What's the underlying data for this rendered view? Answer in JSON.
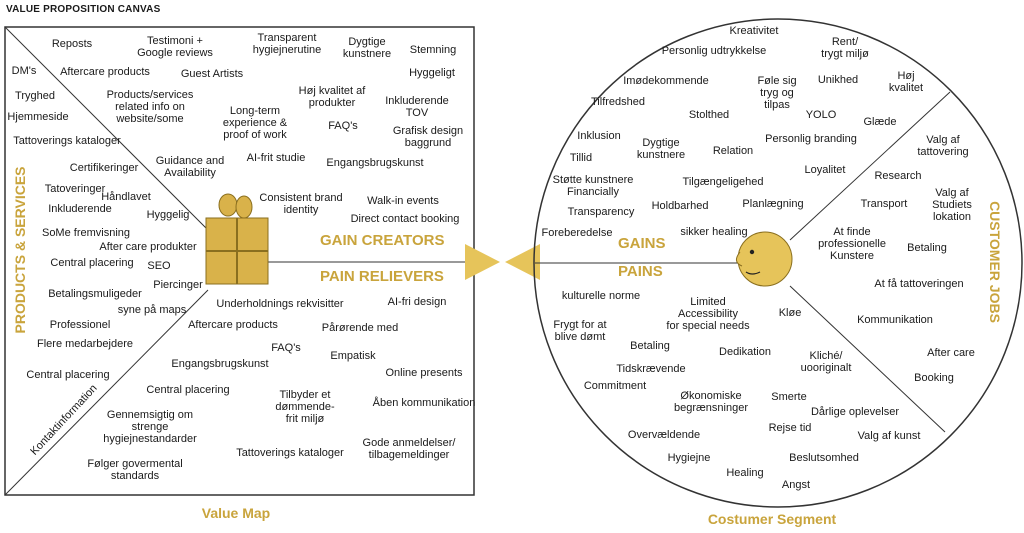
{
  "title": "VALUE PROPOSITION CANVAS",
  "value_map": {
    "label": "Value Map",
    "products_services_label": "PRODUCTS & SERVICES",
    "gain_creators_label": "GAIN CREATORS",
    "pain_relievers_label": "PAIN RELIEVERS",
    "products_services": [
      "Reposts",
      "Testimoni +\nGoogle reviews",
      "Transparent\nhygiejnerutine",
      "Dygtige\nkunstnere",
      "Stemning",
      "DM's",
      "Aftercare products",
      "Guest Artists",
      "Hyggeligt",
      "Tryghed",
      "Products/services\nrelated info on\nwebsite/some",
      "Høj kvalitet af\nprodukter",
      "Inkluderende\nTOV",
      "Hjemmeside",
      "Long-term\nexperience &\nproof of work",
      "FAQ's",
      "Grafisk design\nbaggrund",
      "Tattoverings kataloger",
      "Certifikeringer",
      "Guidance and\nAvailability",
      "AI-frit studie",
      "Engangsbrugskunst",
      "Tatoveringer",
      "Håndlavet",
      "Inkluderende",
      "Consistent brand\nidentity",
      "Walk-in events",
      "Hyggelig",
      "Direct contact booking",
      "SoMe fremvisning",
      "After care produkter",
      "Central placering",
      "SEO"
    ],
    "pain_relievers": [
      "Piercinger",
      "Betalingsmuligeder",
      "syne på maps",
      "Underholdnings rekvisitter",
      "AI-fri design",
      "Professionel",
      "Aftercare products",
      "Pårørende med",
      "Flere medarbejdere",
      "FAQ's",
      "Empatisk",
      "Engangsbrugskunst",
      "Online presents",
      "Central placering",
      "Central placering",
      "Tilbyder et\ndømmende-\nfrit miljø",
      "Åben kommunikation",
      "Gennemsigtig om\nstrenge\nhygiejnestandarder",
      "Gode anmeldelser/\ntilbagemeldinger",
      "Tattoverings kataloger",
      "Følger govermental\nstandards"
    ],
    "kontakt_label": "Kontaktinformation"
  },
  "customer_segment": {
    "label": "Costumer Segment",
    "customer_jobs_label": "CUSTOMER JOBS",
    "gains_label": "GAINS",
    "pains_label": "PAINS",
    "gains": [
      "Kreativitet",
      "Personlig udtrykkelse",
      "Rent/\ntrygt miljø",
      "Imødekommende",
      "Føle sig\ntryg og\ntilpas",
      "Unikhed",
      "Høj\nkvalitet",
      "Tilfredshed",
      "Stolthed",
      "YOLO",
      "Inklusion",
      "Dygtige\nkunstnere",
      "Relation",
      "Personlig branding",
      "Tillid",
      "Loyalitet",
      "Støtte kunstnere\nFinancially",
      "Tilgængeligehed",
      "Transparency",
      "Holdbarhed",
      "Planlægning",
      "Foreberedelse",
      "sikker healing"
    ],
    "customer_jobs": [
      "Glæde",
      "Valg af\ntattovering",
      "Research",
      "Valg af\nStudiets\nlokation",
      "Transport",
      "At finde\nprofessionelle\nKunstere",
      "Betaling",
      "At få tattoveringen",
      "Kommunikation",
      "After care",
      "Booking",
      "Valg af kunst"
    ],
    "pains": [
      "kulturelle norme",
      "Limited\nAccessibility\nfor special needs",
      "Frygt for at\nblive dømt",
      "Kløe",
      "Betaling",
      "Dedikation",
      "Kliché/\nuooriginalt",
      "Tidskrævende",
      "Commitment",
      "Økonomiske\nbegrænsninger",
      "Smerte",
      "Dårlige oplevelser",
      "Overvældende",
      "Rejse tid",
      "Hygiejne",
      "Beslutsomhed",
      "Healing",
      "Angst"
    ]
  },
  "colors": {
    "accent": "#c9a43c",
    "gift": "#d9b24a",
    "face": "#e6c45a",
    "line": "#333333"
  }
}
